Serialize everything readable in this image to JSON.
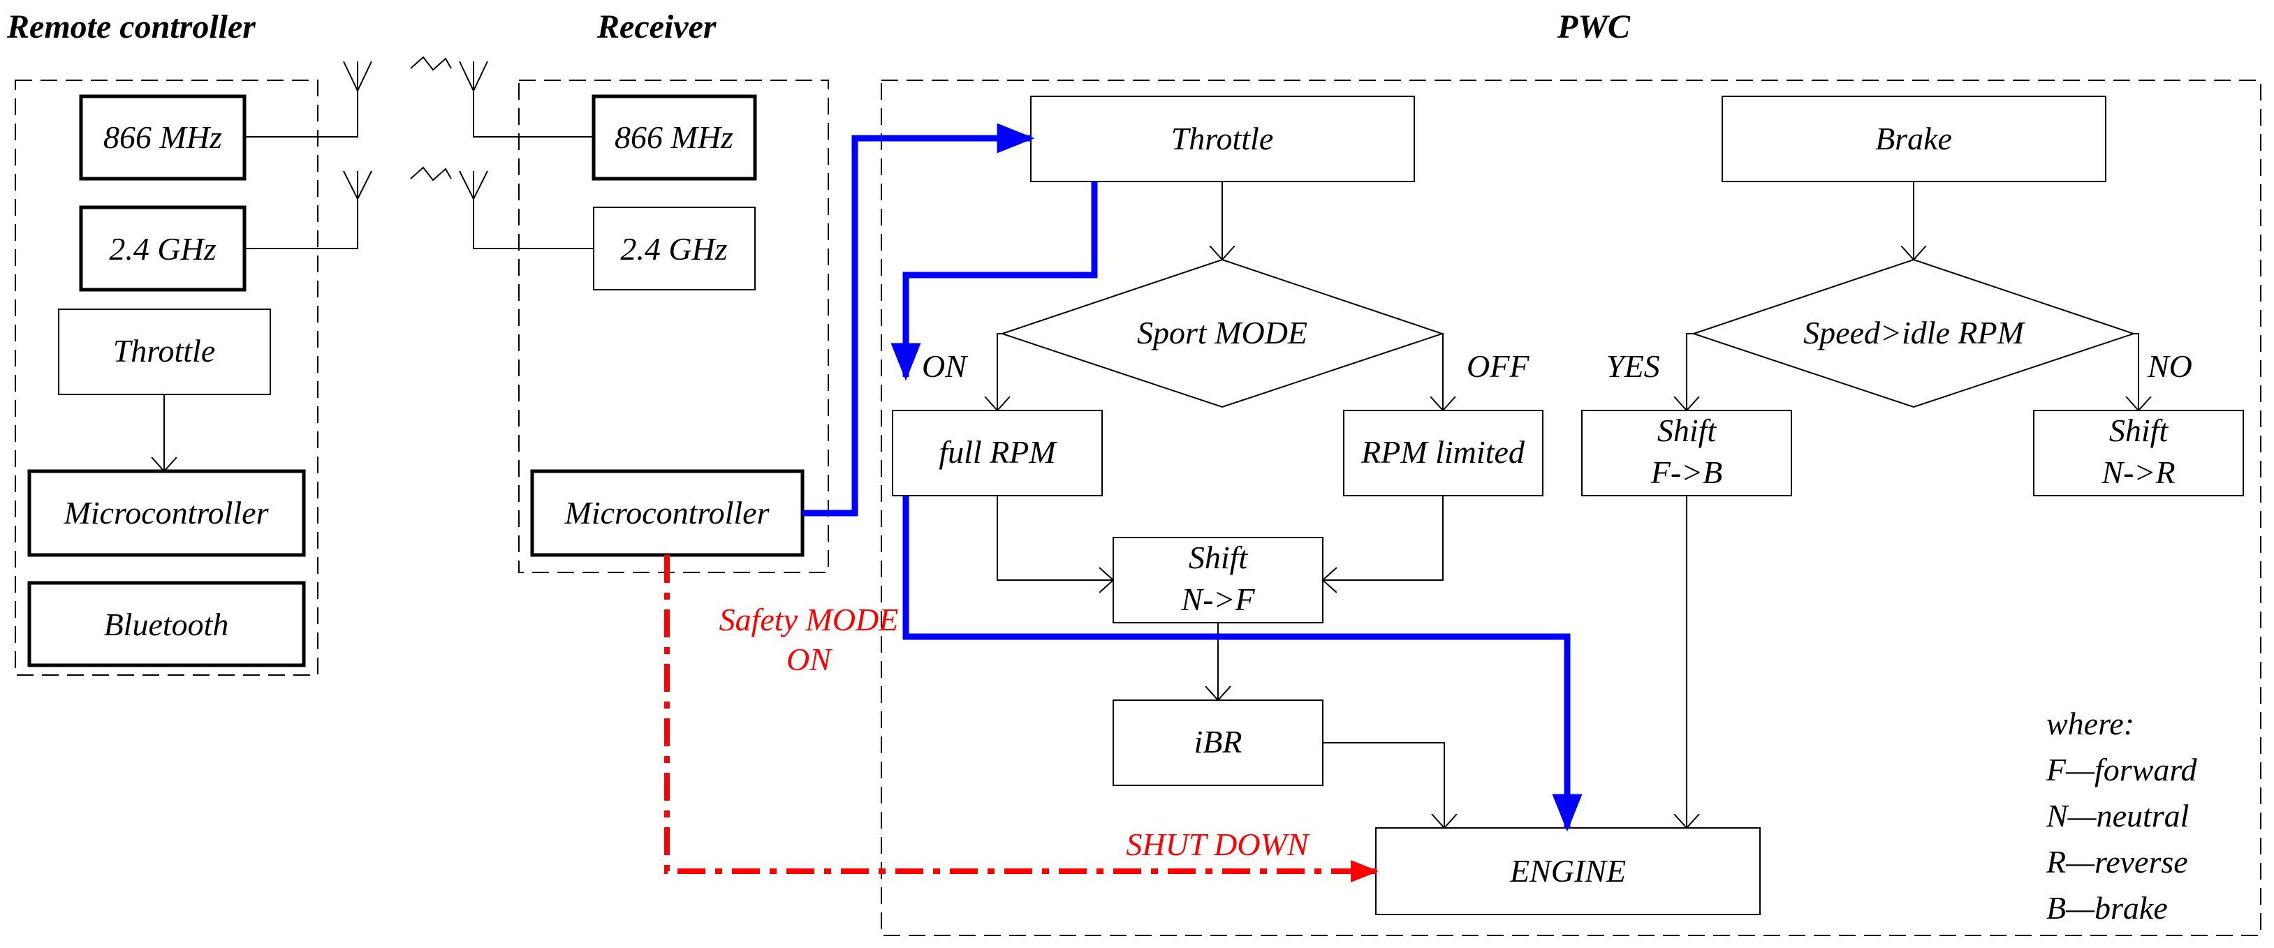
{
  "sections": {
    "remote": "Remote controller",
    "receiver": "Receiver",
    "pwc": "PWC"
  },
  "remote": {
    "mhz": "866 MHz",
    "ghz": "2.4 GHz",
    "throttle": "Throttle",
    "micro": "Microcontroller",
    "bluetooth": "Bluetooth"
  },
  "receiver": {
    "mhz": "866 MHz",
    "ghz": "2.4 GHz",
    "micro": "Microcontroller"
  },
  "pwc": {
    "throttle": "Throttle",
    "brake": "Brake",
    "sport": "Sport MODE",
    "speed": "Speed>idle RPM",
    "on": "ON",
    "off": "OFF",
    "yes": "YES",
    "no": "NO",
    "full_rpm": "full RPM",
    "rpm_limited": "RPM limited",
    "shift_fb_1": "Shift",
    "shift_fb_2": "F->B",
    "shift_nr_1": "Shift",
    "shift_nr_2": "N->R",
    "shift_nf_1": "Shift",
    "shift_nf_2": "N->F",
    "ibr": "iBR",
    "engine": "ENGINE"
  },
  "safety": {
    "line1": "Safety MODE",
    "line2": "ON",
    "shutdown": "SHUT DOWN",
    "color": "#ff0000"
  },
  "signal_color": "#0000ff",
  "legend": {
    "title": "where:",
    "items": [
      "F—forward",
      "N—neutral",
      "R—reverse",
      "B—brake"
    ]
  }
}
